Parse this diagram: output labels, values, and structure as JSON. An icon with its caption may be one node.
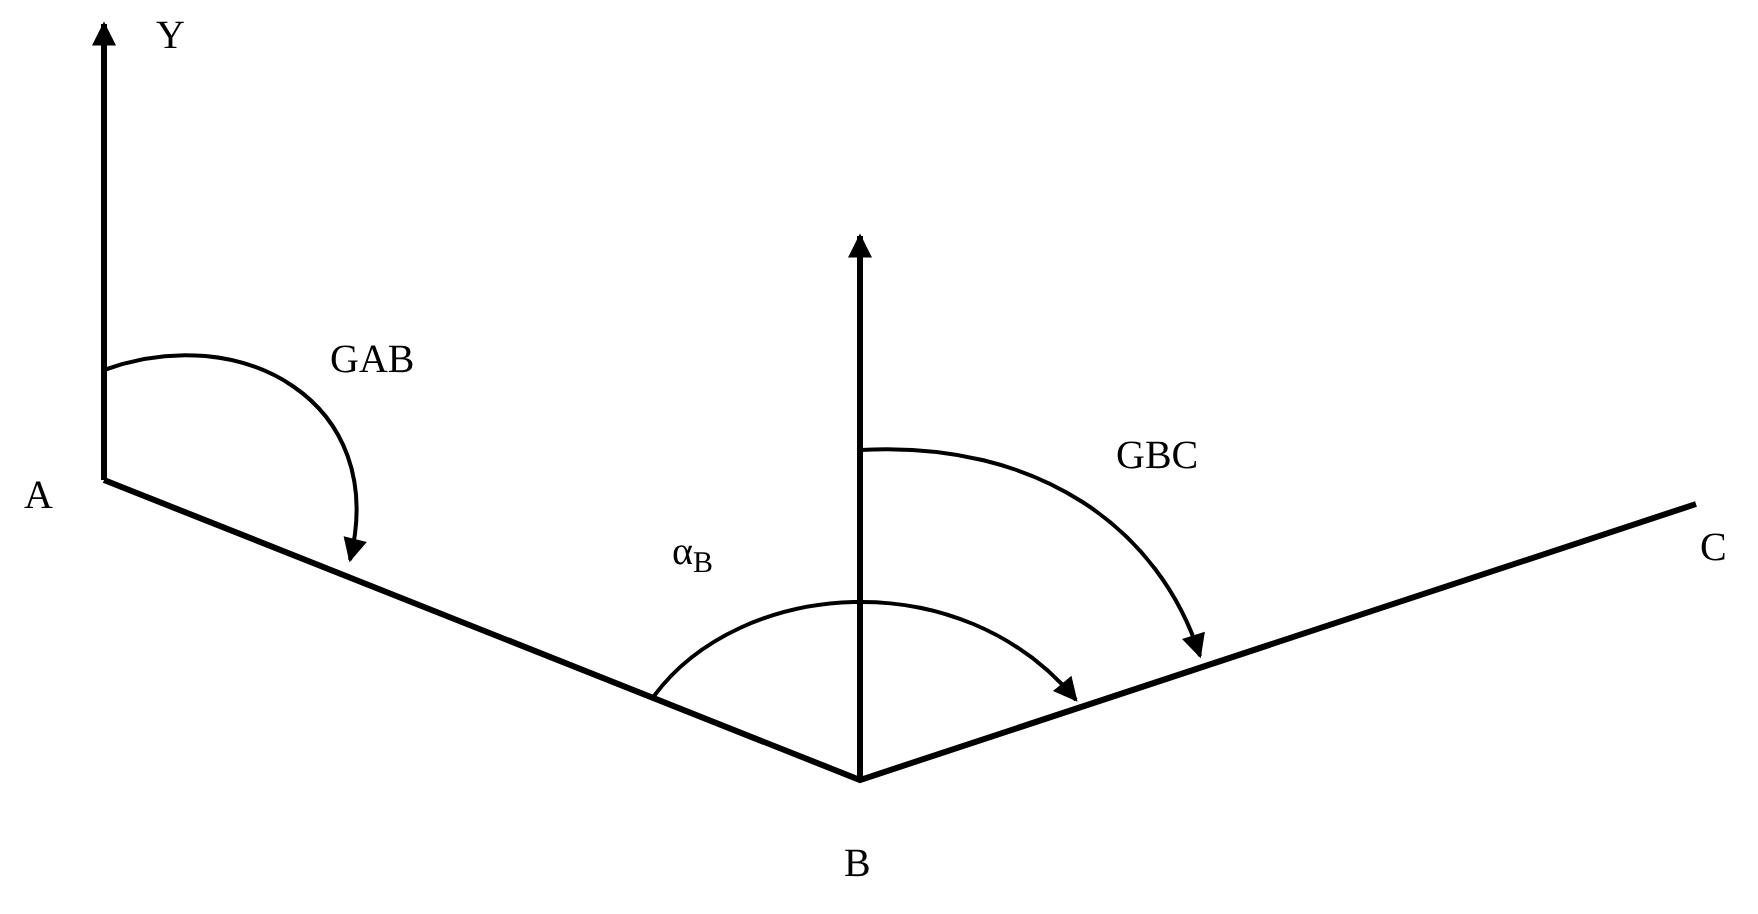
{
  "diagram": {
    "labels": [
      "Y",
      "GAB",
      "A",
      "α$_{B}$",
      "GBC",
      "C",
      "B"
    ]
  }
}
